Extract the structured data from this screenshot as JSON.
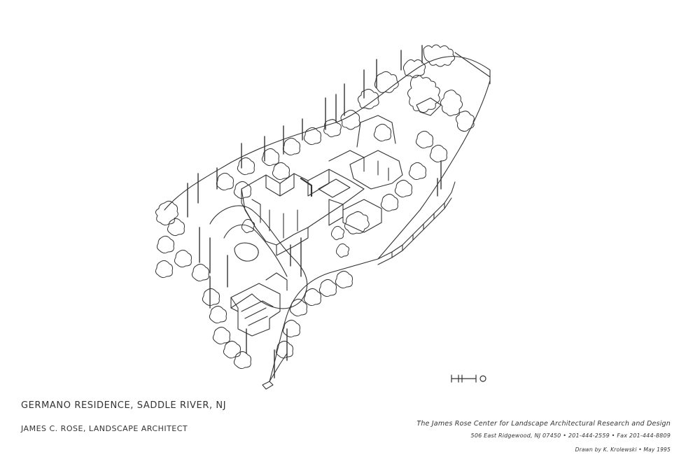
{
  "title": {
    "project": "GERMANO RESIDENCE, SADDLE RIVER, NJ",
    "architect": "JAMES C. ROSE, LANDSCAPE ARCHITECT"
  },
  "credits": {
    "organization": "The James Rose Center for Landscape Architectural Research and Design",
    "address": "506 East Ridgewood, NJ  07450 • 201-444-2559 • Fax 201-444-8809",
    "drawn_by": "Drawn by K. Krolewski • May 1995"
  },
  "drawing": {
    "line_color": "#333333",
    "paper_color": "#ffffff"
  }
}
